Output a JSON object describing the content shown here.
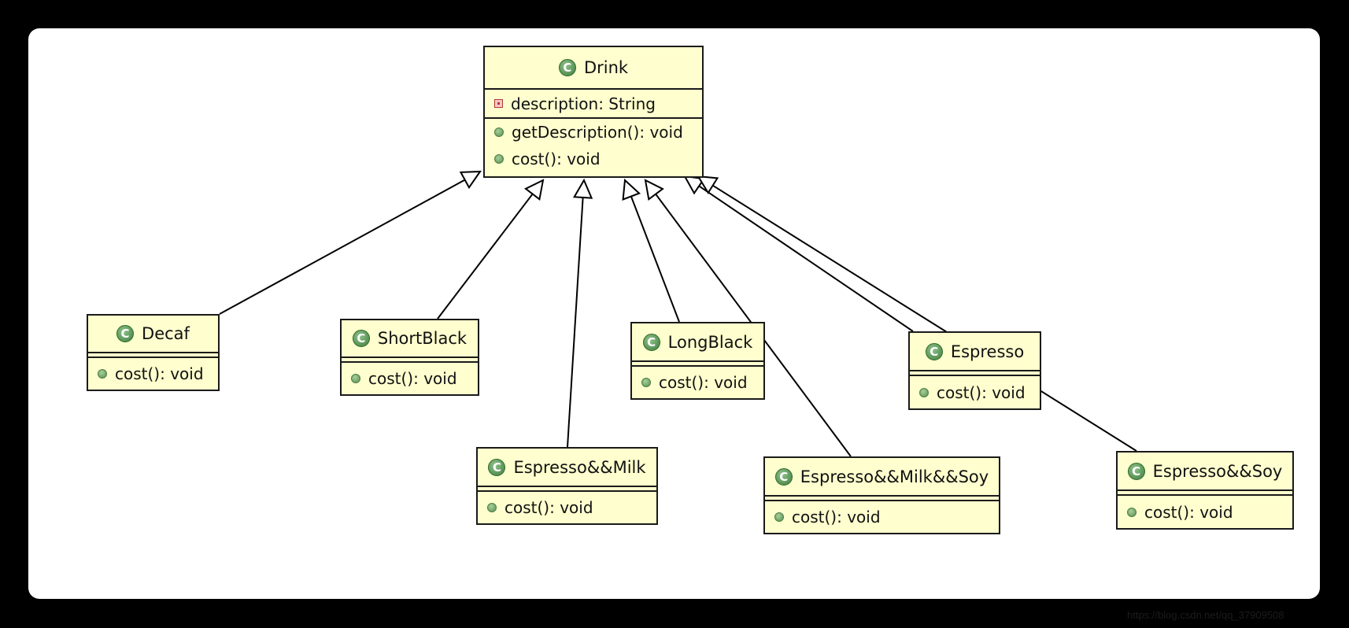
{
  "diagram": {
    "parent": {
      "name": "Drink",
      "fields": [
        {
          "label": "description: String",
          "visibility": "private"
        }
      ],
      "methods": [
        {
          "label": "getDescription(): void"
        },
        {
          "label": "cost(): void"
        }
      ]
    },
    "subclasses": [
      {
        "id": "decaf",
        "name": "Decaf",
        "method": "cost(): void"
      },
      {
        "id": "shortblack",
        "name": "ShortBlack",
        "method": "cost(): void"
      },
      {
        "id": "longblack",
        "name": "LongBlack",
        "method": "cost(): void"
      },
      {
        "id": "espresso",
        "name": "Espresso",
        "method": "cost(): void"
      },
      {
        "id": "espresso-milk",
        "name": "Espresso&&Milk",
        "method": "cost(): void"
      },
      {
        "id": "espresso-milk-soy",
        "name": "Espresso&&Milk&&Soy",
        "method": "cost(): void"
      },
      {
        "id": "espresso-soy",
        "name": "Espresso&&Soy",
        "method": "cost(): void"
      }
    ],
    "relationship": "generalization",
    "icon_glyph": "C",
    "colors": {
      "class_fill": "#fefece",
      "class_border": "#1a1a1a",
      "class_icon": "#3f7d3c",
      "field_icon": "#b03a3a",
      "canvas": "#ffffff",
      "frame": "#000000"
    }
  },
  "watermark": "https://blog.csdn.net/qq_37909508"
}
